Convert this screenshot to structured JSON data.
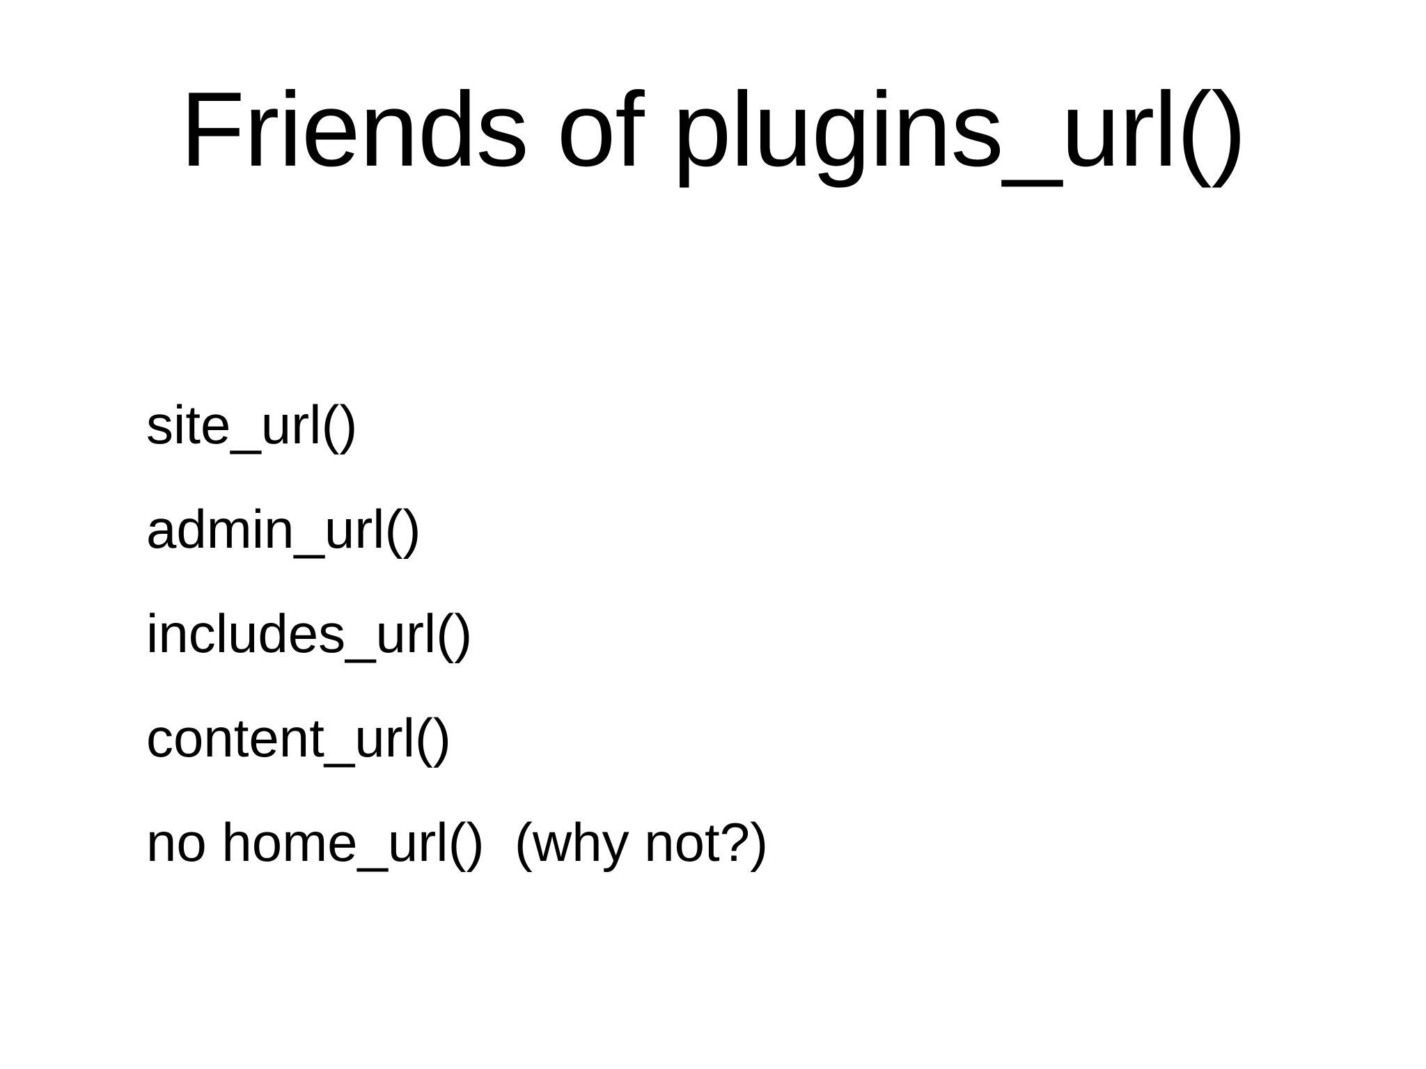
{
  "slide": {
    "title": "Friends of plugins_url()",
    "items": [
      "site_url()",
      "admin_url()",
      "includes_url()",
      "content_url()",
      "no home_url()  (why not?)"
    ],
    "colors": {
      "background": "#ffffff",
      "text": "#000000"
    }
  }
}
